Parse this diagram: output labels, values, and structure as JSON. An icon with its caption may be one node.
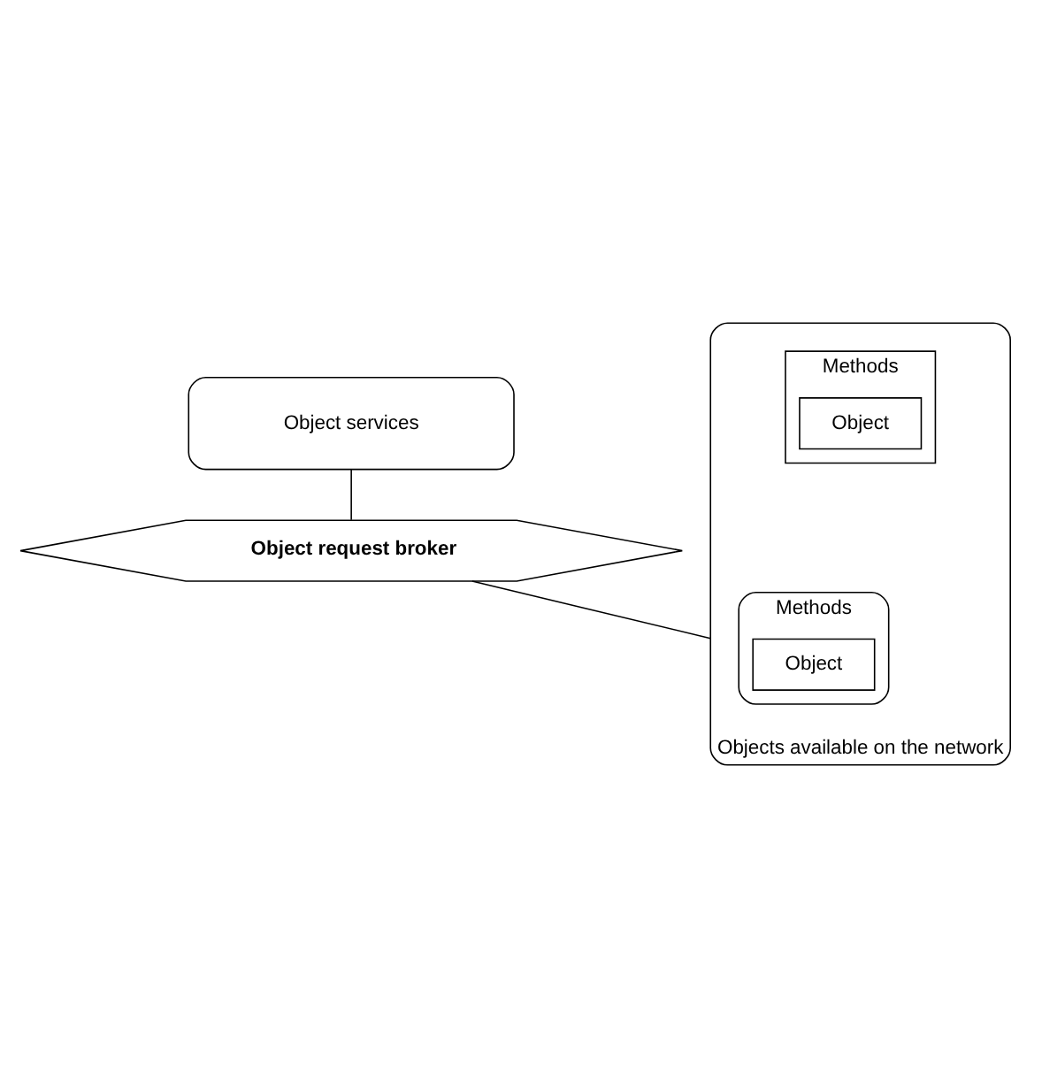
{
  "diagram": {
    "nodes": [
      {
        "text": [
          "Object services"
        ]
      },
      {
        "text": [
          "Object request broker"
        ]
      },
      {
        "text": [
          "Objects available on the network"
        ]
      },
      {
        "text": [
          "Methods"
        ],
        "in": 2
      },
      {
        "text": [
          "Object"
        ],
        "in": 3
      },
      {
        "text": [
          "Methods"
        ],
        "in": 2
      },
      {
        "text": [
          "Object"
        ],
        "in": 5
      }
    ],
    "edges": [
      {
        "from": 0,
        "to": 1,
        "arrow": "none"
      },
      {
        "from": 1,
        "to": 2,
        "arrow": "none"
      }
    ]
  }
}
